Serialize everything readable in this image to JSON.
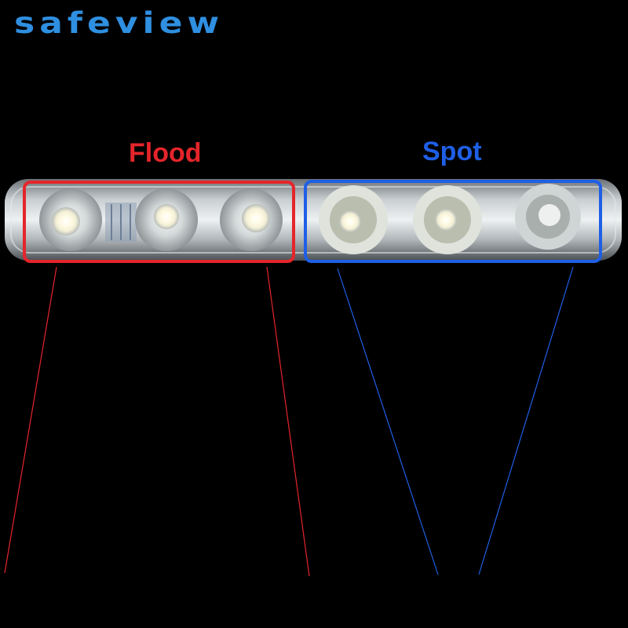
{
  "brand": {
    "name": "safeview",
    "color": "#2f8fe0"
  },
  "labels": {
    "flood": {
      "text": "Flood",
      "color": "#e5252b"
    },
    "spot": {
      "text": "Spot",
      "color": "#1f5fe6"
    }
  },
  "product": {
    "led_count": 6,
    "flood_led_count": 3,
    "spot_led_count": 3
  }
}
